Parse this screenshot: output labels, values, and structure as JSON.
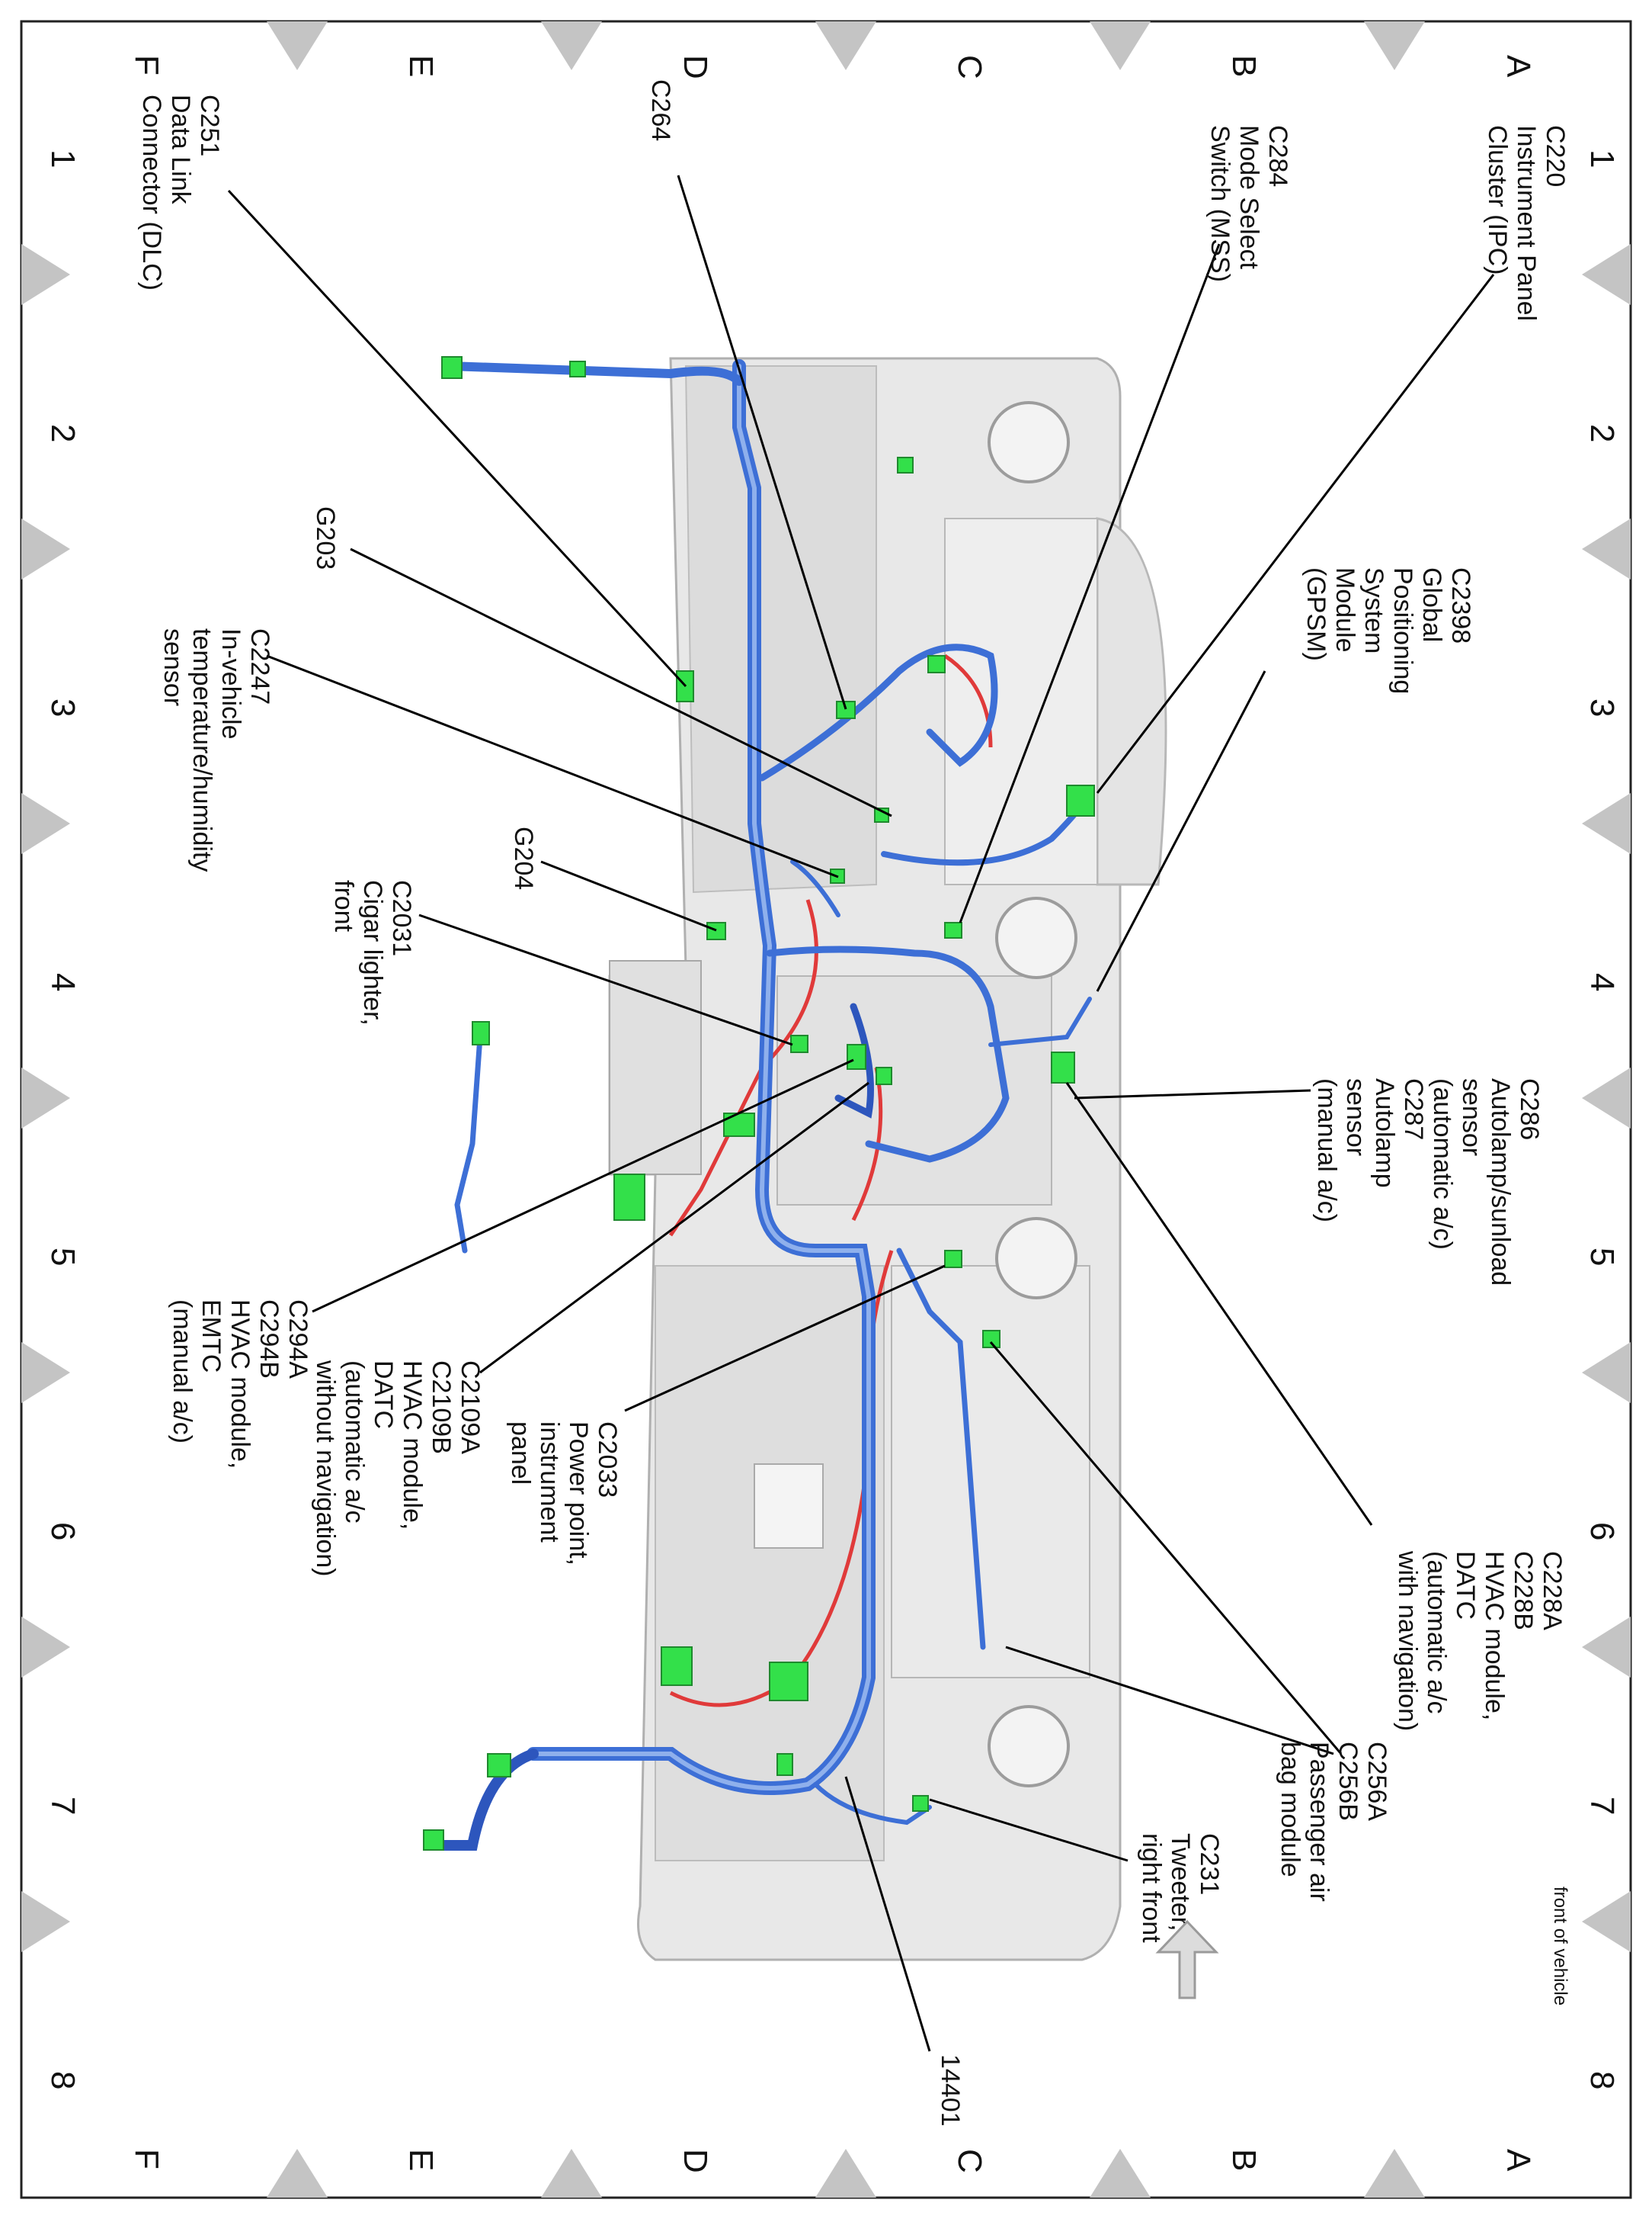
{
  "grid": {
    "letters_top": [
      "A",
      "B",
      "C",
      "D",
      "E",
      "F"
    ],
    "letters_bottom": [
      "A",
      "B",
      "C",
      "D",
      "E",
      "F"
    ],
    "numbers_right": [
      "1",
      "2",
      "3",
      "4",
      "5",
      "6",
      "7",
      "8"
    ],
    "numbers_left": [
      "1",
      "2",
      "3",
      "4",
      "5",
      "6",
      "7",
      "8"
    ]
  },
  "labels": {
    "c220": [
      "C220",
      "Instrument Panel",
      "Cluster (IPC)"
    ],
    "c284": [
      "C284",
      "Mode Select",
      "Switch (MSS)"
    ],
    "c264": [
      "C264"
    ],
    "c251": [
      "C251",
      "Data Link",
      "Connector (DLC)"
    ],
    "c2398": [
      "C2398",
      "Global",
      "Positioning",
      "System",
      "Module",
      "(GPSM)"
    ],
    "g203": [
      "G203"
    ],
    "c2247": [
      "C2247",
      "In-vehicle",
      "temperature/humidity",
      "sensor"
    ],
    "g204": [
      "G204"
    ],
    "c2031": [
      "C2031",
      "Cigar lighter,",
      "front"
    ],
    "c286": [
      "C286",
      "Autolamp/sunload",
      "sensor",
      "(automatic a/c)",
      "C287",
      "Autolamp",
      "sensor",
      "(manual a/c)"
    ],
    "c294": [
      "C294A",
      "C294B",
      "HVAC module,",
      "EMTC",
      "(manual a/c)"
    ],
    "c2109": [
      "C2109A",
      "C2109B",
      "HVAC module,",
      "DATC",
      "(automatic a/c",
      "without navigation)"
    ],
    "c2033": [
      "C2033",
      "Power point,",
      "instrument",
      "panel"
    ],
    "c228": [
      "C228A",
      "C228B",
      "HVAC module,",
      "DATC",
      "(automatic a/c",
      "with navigation)"
    ],
    "c256": [
      "C256A",
      "C256B",
      "Passenger air",
      "bag module"
    ],
    "c231": [
      "C231",
      "Tweeter,",
      "right front"
    ],
    "h14401": [
      "14401"
    ],
    "front": [
      "front of vehicle"
    ]
  },
  "colors": {
    "harness": "#3d6fd6",
    "harness_light": "#8fb0ec",
    "connector": "#33e04a",
    "power_wire": "#e03a3a",
    "panel": "#e6e6e6",
    "frame_marker": "#c4c4c4"
  }
}
